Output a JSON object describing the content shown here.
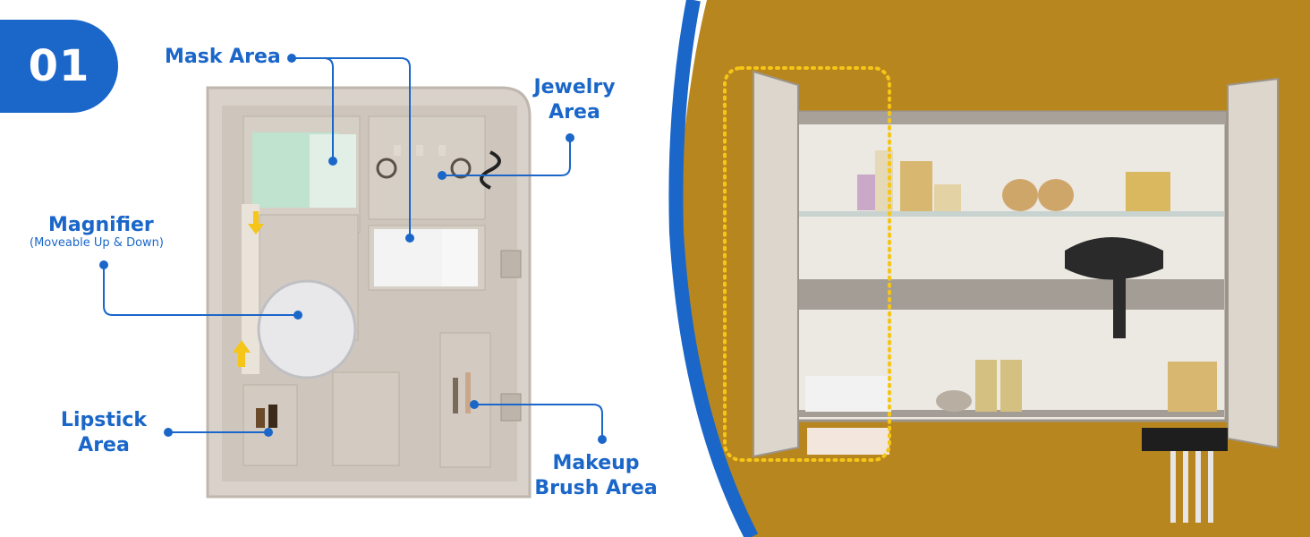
{
  "badge": {
    "number": "01"
  },
  "labels": {
    "mask_area": "Mask Area",
    "jewelry_line1": "Jewelry",
    "jewelry_line2": "Area",
    "magnifier": "Magnifier",
    "magnifier_sub": "(Moveable Up & Down)",
    "lipstick_line1": "Lipstick",
    "lipstick_line2": "Area",
    "makeup_line1": "Makeup",
    "makeup_line2": "Brush Area"
  },
  "colors": {
    "accent": "#1a66c9",
    "wall": "#b8861f",
    "highlight": "#f5c518",
    "cabinet": "#cfc7bd"
  }
}
